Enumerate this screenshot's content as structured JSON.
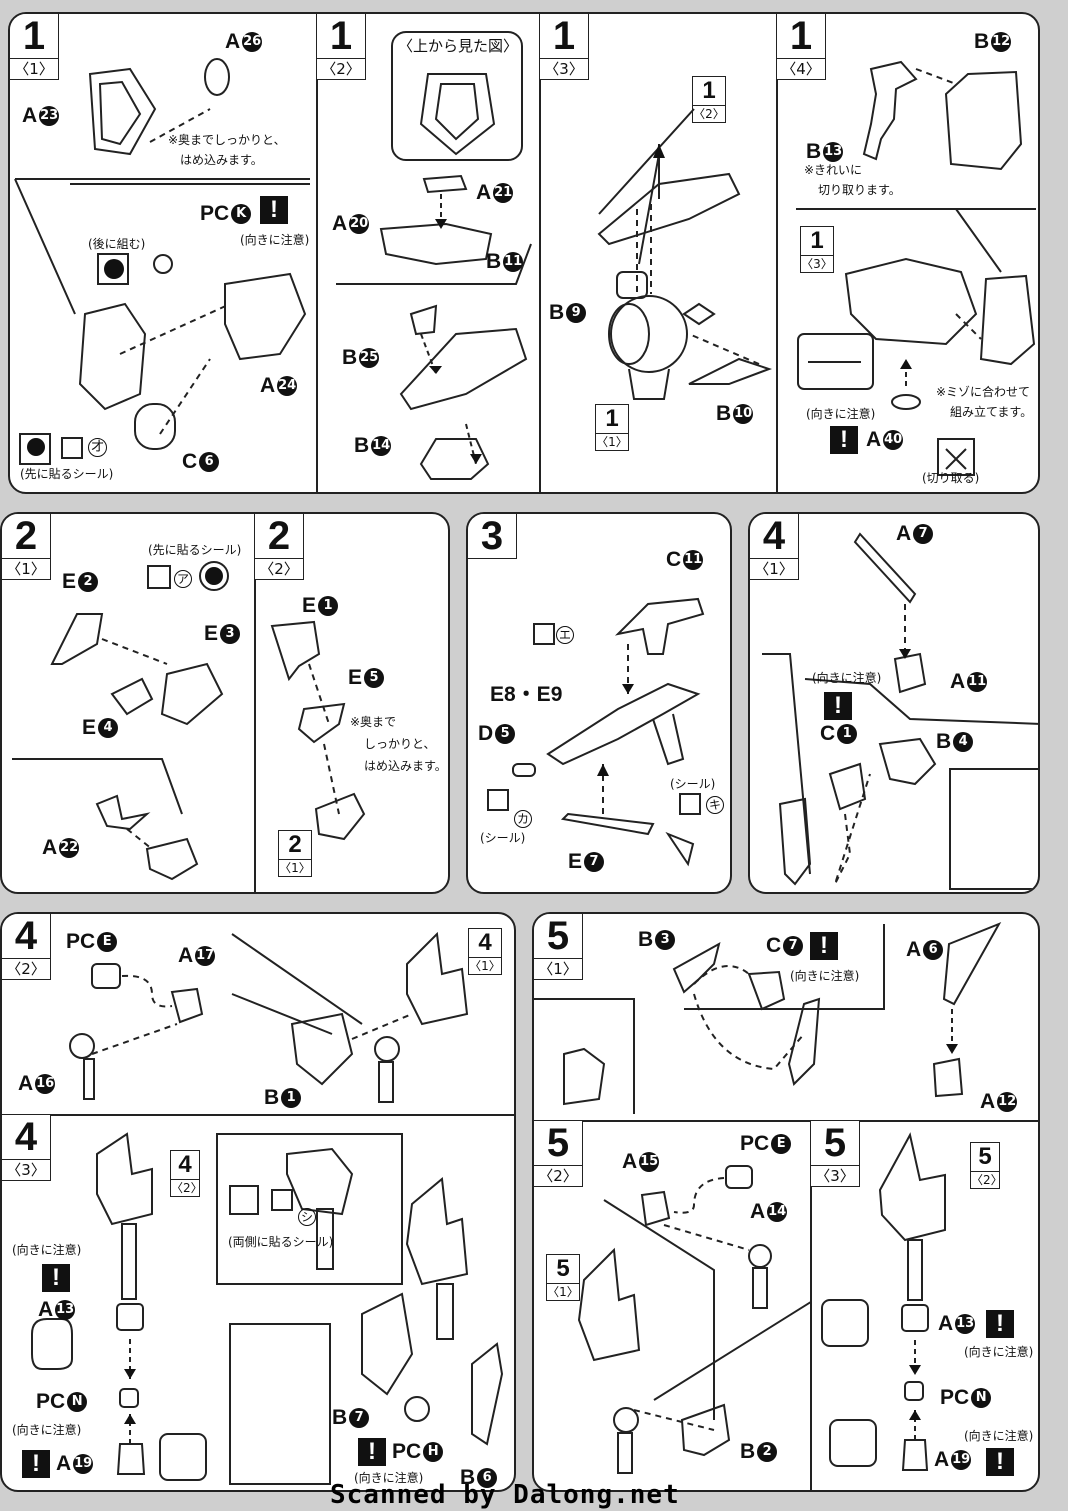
{
  "labels": {
    "p1_1_a26": "A",
    "p1_1_a26_n": "26",
    "p1_1_a23": "A",
    "p1_1_a23_n": "23",
    "p1_1_note": "※奥までしっかりと、",
    "p1_1_note2": "はめ込みます。",
    "p1_1_pck": "PC",
    "p1_1_pck_n": "K",
    "p1_1_dir": "(向きに注意)",
    "p1_1_later": "(後に組む)",
    "p1_1_a24": "A",
    "p1_1_a24_n": "24",
    "p1_1_c6": "C",
    "p1_1_c6_n": "6",
    "p1_1_sticker_o": "オ",
    "p1_1_sticker_note": "(先に貼るシール)",
    "p1_2_top": "〈上から見た図〉",
    "p1_2_a21": "A",
    "p1_2_a21_n": "21",
    "p1_2_a20": "A",
    "p1_2_a20_n": "20",
    "p1_2_b11": "B",
    "p1_2_b11_n": "11",
    "p1_2_b25": "B",
    "p1_2_b25_n": "25",
    "p1_2_b14": "B",
    "p1_2_b14_n": "14",
    "p1_3_ref": "1",
    "p1_3_ref_sub": "〈2〉",
    "p1_3_b9": "B",
    "p1_3_b9_n": "9",
    "p1_3_b10": "B",
    "p1_3_b10_n": "10",
    "p1_3_ref2": "1",
    "p1_3_ref2_sub": "〈1〉",
    "p1_4_b12": "B",
    "p1_4_b12_n": "12",
    "p1_4_b13": "B",
    "p1_4_b13_n": "13",
    "p1_4_note": "※きれいに",
    "p1_4_note2": "切り取ります。",
    "p1_4_ref": "1",
    "p1_4_ref_sub": "〈3〉",
    "p1_4_dir": "(向きに注意)",
    "p1_4_a40": "A",
    "p1_4_a40_n": "40",
    "p1_4_note3": "※ミゾに合わせて",
    "p1_4_note4": "組み立てます。",
    "p1_4_cut": "(切り取る)",
    "p2_1_sticker_note": "(先に貼るシール)",
    "p2_1_sticker_a": "ア",
    "p2_1_e2": "E",
    "p2_1_e2_n": "2",
    "p2_1_e3": "E",
    "p2_1_e3_n": "3",
    "p2_1_e4": "E",
    "p2_1_e4_n": "4",
    "p2_1_a22": "A",
    "p2_1_a22_n": "22",
    "p2_2_e1": "E",
    "p2_2_e1_n": "1",
    "p2_2_e5": "E",
    "p2_2_e5_n": "5",
    "p2_2_note": "※奥まで",
    "p2_2_note2": "しっかりと、",
    "p2_2_note3": "はめ込みます。",
    "p2_2_ref": "2",
    "p2_2_ref_sub": "〈1〉",
    "p3_c11": "C",
    "p3_c11_n": "11",
    "p3_sticker_e": "エ",
    "p3_e8e9": "E8・E9",
    "p3_d5": "D",
    "p3_d5_n": "5",
    "p3_sticker": "(シール)",
    "p3_sticker_ki": "キ",
    "p3_sticker_ka": "カ",
    "p3_sticker2": "(シール)",
    "p3_e7": "E",
    "p3_e7_n": "7",
    "p4_1_a7": "A",
    "p4_1_a7_n": "7",
    "p4_1_dir": "(向きに注意)",
    "p4_1_a11": "A",
    "p4_1_a11_n": "11",
    "p4_1_c1": "C",
    "p4_1_c1_n": "1",
    "p4_1_b4": "B",
    "p4_1_b4_n": "4",
    "p4_2_pce": "PC",
    "p4_2_pce_n": "E",
    "p4_2_a17": "A",
    "p4_2_a17_n": "17",
    "p4_2_a16": "A",
    "p4_2_a16_n": "16",
    "p4_2_b1": "B",
    "p4_2_b1_n": "1",
    "p4_2_ref": "4",
    "p4_2_ref_sub": "〈1〉",
    "p4_3_ref": "4",
    "p4_3_ref_sub": "〈2〉",
    "p4_3_dir": "(向きに注意)",
    "p4_3_a13": "A",
    "p4_3_a13_n": "13",
    "p4_3_pcn": "PC",
    "p4_3_pcn_n": "N",
    "p4_3_dir2": "(向きに注意)",
    "p4_3_a19": "A",
    "p4_3_a19_n": "19",
    "p4_3_sticker_shi": "シ",
    "p4_3_sticker_note": "(両側に貼るシール)",
    "p4_3_b7": "B",
    "p4_3_b7_n": "7",
    "p4_3_pch": "PC",
    "p4_3_pch_n": "H",
    "p4_3_dir3": "(向きに注意)",
    "p4_3_b6": "B",
    "p4_3_b6_n": "6",
    "p5_1_b3": "B",
    "p5_1_b3_n": "3",
    "p5_1_c7": "C",
    "p5_1_c7_n": "7",
    "p5_1_dir": "(向きに注意)",
    "p5_1_a6": "A",
    "p5_1_a6_n": "6",
    "p5_1_a12": "A",
    "p5_1_a12_n": "12",
    "p5_2_a15": "A",
    "p5_2_a15_n": "15",
    "p5_2_pce": "PC",
    "p5_2_pce_n": "E",
    "p5_2_a14": "A",
    "p5_2_a14_n": "14",
    "p5_2_ref": "5",
    "p5_2_ref_sub": "〈1〉",
    "p5_2_b2": "B",
    "p5_2_b2_n": "2",
    "p5_3_ref": "5",
    "p5_3_ref_sub": "〈2〉",
    "p5_3_a13": "A",
    "p5_3_a13_n": "13",
    "p5_3_dir": "(向きに注意)",
    "p5_3_pcn": "PC",
    "p5_3_pcn_n": "N",
    "p5_3_dir2": "(向きに注意)",
    "p5_3_a19": "A",
    "p5_3_a19_n": "19"
  },
  "steps": {
    "s1_1": {
      "num": "1",
      "sub": "〈1〉"
    },
    "s1_2": {
      "num": "1",
      "sub": "〈2〉"
    },
    "s1_3": {
      "num": "1",
      "sub": "〈3〉"
    },
    "s1_4": {
      "num": "1",
      "sub": "〈4〉"
    },
    "s2_1": {
      "num": "2",
      "sub": "〈1〉"
    },
    "s2_2": {
      "num": "2",
      "sub": "〈2〉"
    },
    "s3": {
      "num": "3",
      "sub": ""
    },
    "s4_1": {
      "num": "4",
      "sub": "〈1〉"
    },
    "s4_2": {
      "num": "4",
      "sub": "〈2〉"
    },
    "s4_3": {
      "num": "4",
      "sub": "〈3〉"
    },
    "s5_1": {
      "num": "5",
      "sub": "〈1〉"
    },
    "s5_2": {
      "num": "5",
      "sub": "〈2〉"
    },
    "s5_3": {
      "num": "5",
      "sub": "〈3〉"
    }
  },
  "warn_glyph": "!",
  "footer": "Scanned by Dalong.net"
}
